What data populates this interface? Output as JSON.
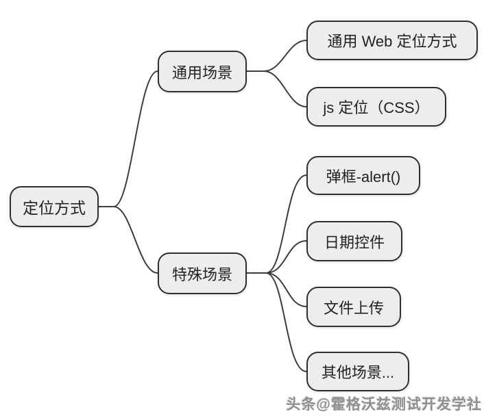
{
  "diagram": {
    "type": "mindmap",
    "root": {
      "label": "定位方式"
    },
    "branches": [
      {
        "label": "通用场景",
        "children": [
          {
            "label": "通用 Web 定位方式"
          },
          {
            "label": "js 定位（CSS）"
          }
        ]
      },
      {
        "label": "特殊场景",
        "children": [
          {
            "label": "弹框-alert()"
          },
          {
            "label": "日期控件"
          },
          {
            "label": "文件上传"
          },
          {
            "label": "其他场景..."
          }
        ]
      }
    ]
  },
  "watermark": {
    "text": "头条@霍格沃兹测试开发学社"
  },
  "colors": {
    "background": "#ffffff",
    "node_fill": "#ededed",
    "node_border": "#2e2e2e",
    "connector": "#3c3c3c",
    "text": "#222222",
    "watermark": "#8f8f8f"
  }
}
